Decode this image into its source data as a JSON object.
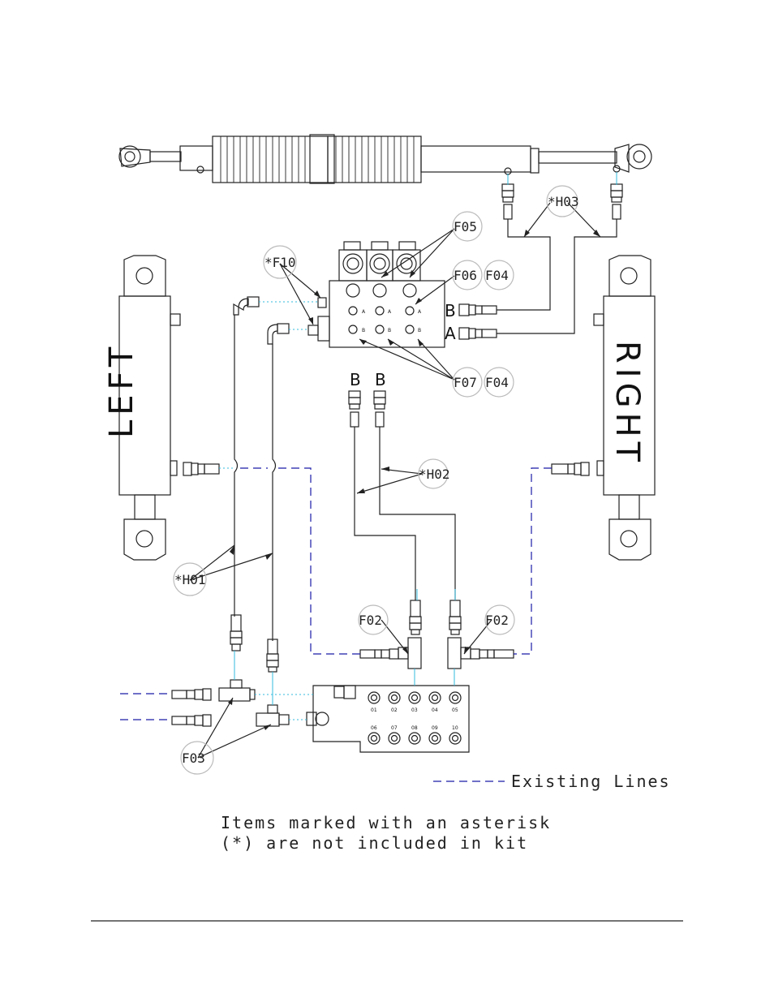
{
  "callouts": {
    "f05": "F05",
    "f06": "F06",
    "f04a": "F04",
    "f04b": "F04",
    "f07": "F07",
    "f10": "*F10",
    "h03": "*H03",
    "h02": "*H02",
    "h01": "*H01",
    "f02a": "F02",
    "f02b": "F02",
    "f03": "F03"
  },
  "cylinders": {
    "left": "LEFT",
    "right": "RIGHT"
  },
  "ports": {
    "b_valve": "B",
    "a_valve": "A",
    "b1": "B",
    "b2": "B"
  },
  "legend": {
    "existing_lines": "Existing Lines",
    "line_color": "#1a1aa8"
  },
  "notes": {
    "line1": "Items marked with an asterisk",
    "line2": "(*) are not included in kit"
  },
  "manifold_ports": {
    "top_row": [
      "01",
      "02",
      "03",
      "04",
      "05"
    ],
    "bottom_row": [
      "06",
      "07",
      "08",
      "09",
      "10"
    ]
  },
  "colors": {
    "ink": "#222222",
    "cyan_line": "#33bbdd",
    "blue_dashed": "#1a1aa8"
  }
}
